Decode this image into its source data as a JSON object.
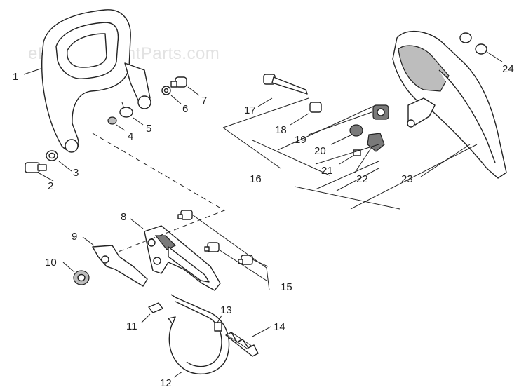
{
  "watermark": "eReplacementParts.com",
  "callouts": {
    "c1": "1",
    "c2": "2",
    "c3": "3",
    "c4": "4",
    "c5": "5",
    "c6": "6",
    "c7": "7",
    "c8": "8",
    "c9": "9",
    "c10": "10",
    "c11": "11",
    "c12": "12",
    "c13": "13",
    "c14": "14",
    "c15": "15",
    "c16": "16",
    "c17": "17",
    "c18": "18",
    "c19": "19",
    "c20": "20",
    "c21": "21",
    "c22": "22",
    "c23": "23",
    "c24": "24"
  }
}
